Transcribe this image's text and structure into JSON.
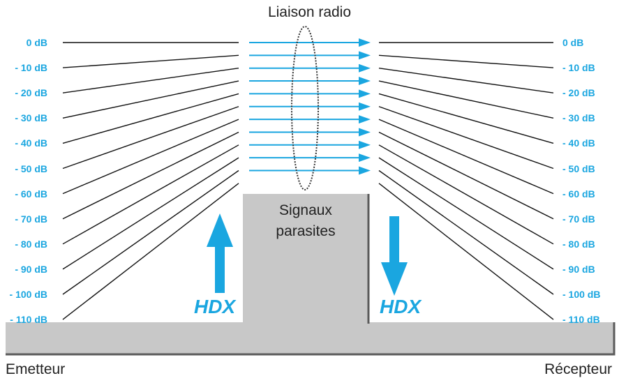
{
  "title": "Liaison radio",
  "emitter_label": "Emetteur",
  "receiver_label": "Récepteur",
  "noise_label": [
    "Signaux",
    "parasites"
  ],
  "hdx_label": "HDX",
  "levels": [
    "0 dB",
    "- 10 dB",
    "- 20 dB",
    "- 30 dB",
    "- 40 dB",
    "- 50 dB",
    "- 60 dB",
    "- 70 dB",
    "- 80 dB",
    "- 90 dB",
    "- 100 dB",
    "- 110 dB"
  ],
  "colors": {
    "accent": "#1aa6e0",
    "line": "#111111",
    "block_fill": "#c8c8c8",
    "block_shadow": "#5a5a5a"
  },
  "icons": {
    "up_arrow": "arrow-up-icon",
    "down_arrow": "arrow-down-icon",
    "ellipse": "dotted-ellipse-icon"
  }
}
